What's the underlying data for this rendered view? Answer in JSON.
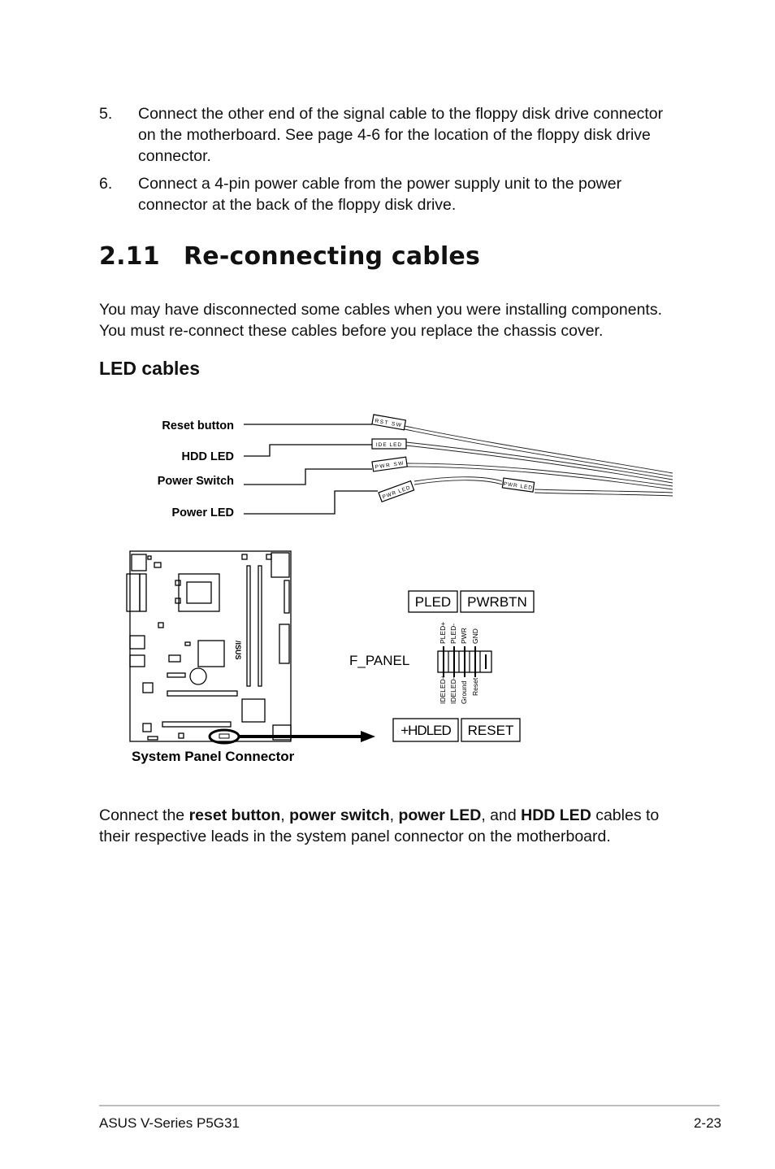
{
  "steps": [
    {
      "number": "5.",
      "text": "Connect the other end of the signal cable to the floppy disk drive connector on the motherboard. See page 4-6 for the location of the floppy disk drive connector."
    },
    {
      "number": "6.",
      "text": "Connect a 4-pin power cable from the power supply unit to the power connector at the back of the floppy disk drive."
    }
  ],
  "section": {
    "number": "2.11",
    "title": "Re-connecting cables"
  },
  "intro": "You may have disconnected some cables when you were installing components. You must re-connect these cables before you replace the chassis cover.",
  "subsection": "LED cables",
  "cable_diagram": {
    "labels": [
      "Reset button",
      "HDD LED",
      "Power Switch",
      "Power LED"
    ],
    "plug_labels": [
      "RST SW",
      "IDE LED",
      "PWR SW",
      "PWR LED",
      "PWR LED"
    ]
  },
  "board_diagram": {
    "caption": "System Panel Connector",
    "connector_name": "F_PANEL",
    "top_labels": [
      "PLED",
      "PWRBTN"
    ],
    "bottom_labels": [
      "+HDLED",
      "RESET"
    ],
    "top_pins": [
      "PLED+",
      "PLED-",
      "PWR",
      "GND"
    ],
    "bottom_pins": [
      "IDELED+",
      "IDELED-",
      "Ground",
      "Reset"
    ]
  },
  "conclusion": {
    "prefix": "Connect the ",
    "item1": "reset button",
    "sep1": ", ",
    "item2": "power switch",
    "sep2": ", ",
    "item3": "power LED",
    "sep3": ", and ",
    "item4": "HDD LED",
    "suffix": " cables to their respective leads in the system panel connector on the motherboard."
  },
  "footer": {
    "left": "ASUS V-Series P5G31",
    "right": "2-23"
  }
}
